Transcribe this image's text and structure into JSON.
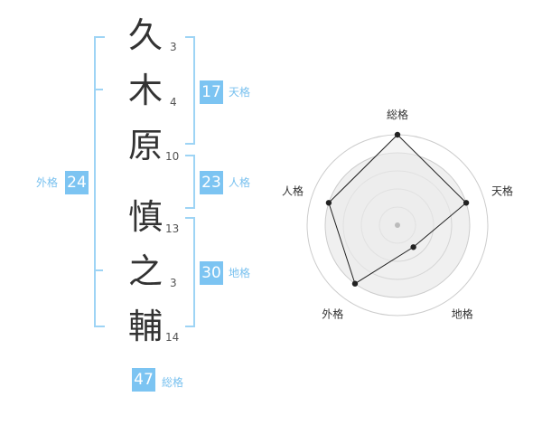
{
  "name": {
    "characters": [
      {
        "char": "久",
        "strokes": "3"
      },
      {
        "char": "木",
        "strokes": "4"
      },
      {
        "char": "原",
        "strokes": "10"
      },
      {
        "char": "慎",
        "strokes": "13"
      },
      {
        "char": "之",
        "strokes": "3"
      },
      {
        "char": "輔",
        "strokes": "14"
      }
    ]
  },
  "fortunes": {
    "tenkaku": {
      "value": "17",
      "label": "天格"
    },
    "jinkaku": {
      "value": "23",
      "label": "人格"
    },
    "chikaku": {
      "value": "30",
      "label": "地格"
    },
    "gaikaku": {
      "value": "24",
      "label": "外格"
    },
    "soukaku": {
      "value": "47",
      "label": "総格"
    }
  },
  "colors": {
    "accent": "#7cc4f2",
    "bracket": "#9ed4f5",
    "caption": "#79c1ef"
  },
  "chart_data": {
    "type": "radar",
    "axes": [
      "総格",
      "天格",
      "地格",
      "外格",
      "人格"
    ],
    "values": [
      1.0,
      0.8,
      0.3,
      0.8,
      0.8
    ],
    "max": 1.0,
    "rings": 4
  }
}
